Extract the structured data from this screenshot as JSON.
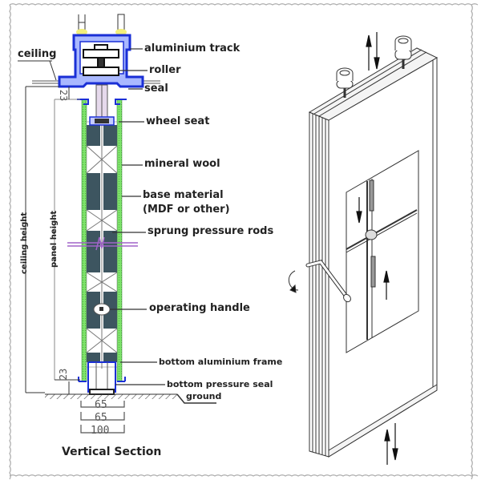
{
  "section": {
    "title": "Vertical Section",
    "labels": {
      "ceiling": "ceiling",
      "aluminium_track": "aluminium track",
      "roller": "roller",
      "seal": "seal",
      "wheel_seat": "wheel seat",
      "mineral_wool": "mineral wool",
      "base_material_1": "base material",
      "base_material_2": "(MDF or other)",
      "sprung_pressure_rods": "sprung pressure rods",
      "operating_handle": "operating handle",
      "bottom_aluminium_frame": "bottom aluminium frame",
      "bottom_pressure_seal": "bottom pressure seal",
      "ground": "ground",
      "ceiling_height": "ceiling height",
      "panel_height": "panel height"
    },
    "dimensions": {
      "top_gap": "23",
      "bottom_gap": "23",
      "width_1": "65",
      "width_2": "65",
      "width_3": "100"
    }
  },
  "colors": {
    "track": "#1a2fd6",
    "track_fill": "#a9b8ff",
    "base_material": "#7de36a",
    "mineral_wool": "#3d5560",
    "wheel": "#f2ef7a",
    "rod": "#a064c8",
    "line": "#333333"
  },
  "isometric": {
    "arrows": [
      "up-down-top",
      "up-down-bottom",
      "rod-down",
      "rod-up",
      "handle-rotate"
    ]
  }
}
